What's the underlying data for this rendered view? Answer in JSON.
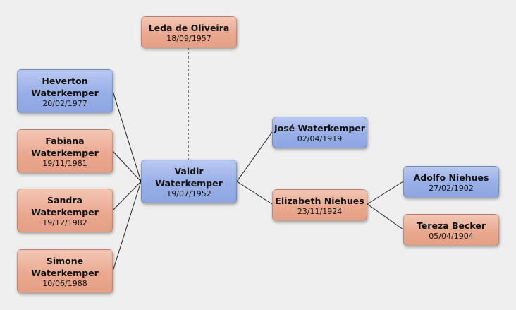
{
  "people": {
    "leda": {
      "name": "Leda de Oliveira",
      "date": "18/09/1957",
      "gender_color": "#eaa990"
    },
    "heverton": {
      "name": "Heverton\nWaterkemper",
      "date": "20/02/1977",
      "gender_color": "#98aee6"
    },
    "fabiana": {
      "name": "Fabiana\nWaterkemper",
      "date": "19/11/1981",
      "gender_color": "#eaa990"
    },
    "sandra": {
      "name": "Sandra\nWaterkemper",
      "date": "19/12/1982",
      "gender_color": "#eaa990"
    },
    "simone": {
      "name": "Simone\nWaterkemper",
      "date": "10/06/1988",
      "gender_color": "#eaa990"
    },
    "valdir": {
      "name": "Valdir\nWaterkemper",
      "date": "19/07/1952",
      "gender_color": "#98aee6"
    },
    "jose": {
      "name": "José Waterkemper",
      "date": "02/04/1919",
      "gender_color": "#98aee6"
    },
    "elizabeth": {
      "name": "Elizabeth Niehues",
      "date": "23/11/1924",
      "gender_color": "#eaa990"
    },
    "adolfo": {
      "name": "Adolfo Niehues",
      "date": "27/02/1902",
      "gender_color": "#98aee6"
    },
    "tereza": {
      "name": "Tereza Becker",
      "date": "05/04/1904",
      "gender_color": "#eaa990"
    }
  },
  "relations": {
    "spouse": [
      [
        "valdir",
        "leda"
      ]
    ],
    "children_of_valdir": [
      "heverton",
      "fabiana",
      "sandra",
      "simone"
    ],
    "parents_of_valdir": [
      "jose",
      "elizabeth"
    ],
    "parents_of_elizabeth": [
      "adolfo",
      "tereza"
    ]
  }
}
